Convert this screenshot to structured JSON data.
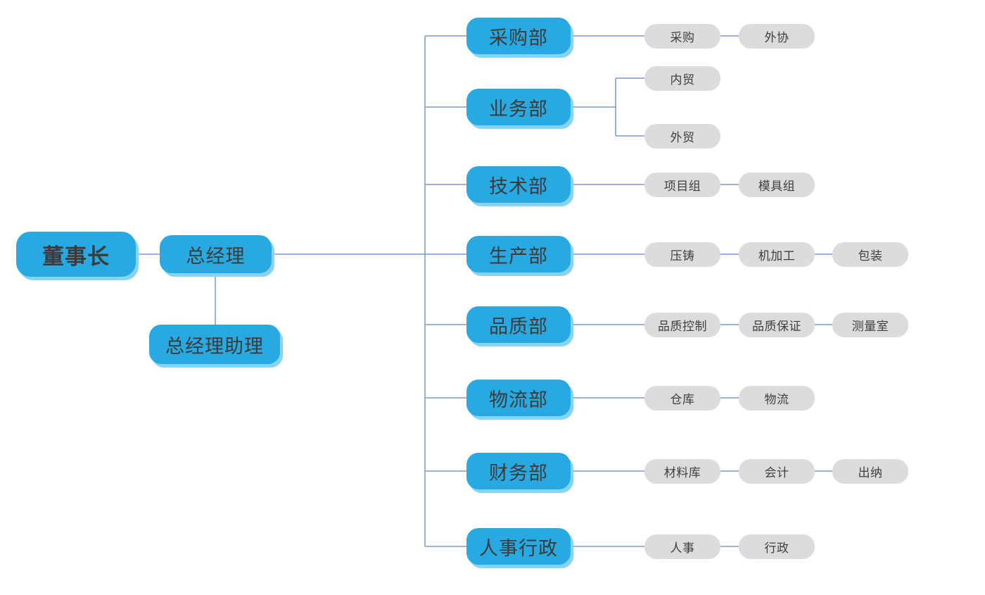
{
  "palette": {
    "node_blue": "#29a9e1",
    "node_blue_shadow": "#86d3f3",
    "node_gray": "#dcdcdc",
    "connector_line": "#7d99c9",
    "text_dark": "#3b3b3b"
  },
  "chairman": {
    "label": "董事长"
  },
  "general_manager": {
    "label": "总经理"
  },
  "gm_assistant": {
    "label": "总经理助理"
  },
  "departments": [
    {
      "id": "purchasing",
      "label": "采购部",
      "layout": "chain",
      "subs": [
        "采购",
        "外协"
      ]
    },
    {
      "id": "business",
      "label": "业务部",
      "layout": "fork",
      "subs": [
        "内贸",
        "外贸"
      ]
    },
    {
      "id": "technical",
      "label": "技术部",
      "layout": "chain",
      "subs": [
        "项目组",
        "模具组"
      ]
    },
    {
      "id": "production",
      "label": "生产部",
      "layout": "chain",
      "subs": [
        "压铸",
        "机加工",
        "包装"
      ]
    },
    {
      "id": "quality",
      "label": "品质部",
      "layout": "chain",
      "subs": [
        "品质控制",
        "品质保证",
        "测量室"
      ]
    },
    {
      "id": "logistics",
      "label": "物流部",
      "layout": "chain",
      "subs": [
        "仓库",
        "物流"
      ]
    },
    {
      "id": "finance",
      "label": "财务部",
      "layout": "chain",
      "subs": [
        "材料库",
        "会计",
        "出纳"
      ]
    },
    {
      "id": "hr-admin",
      "label": "人事行政",
      "layout": "chain",
      "subs": [
        "人事",
        "行政"
      ]
    }
  ]
}
